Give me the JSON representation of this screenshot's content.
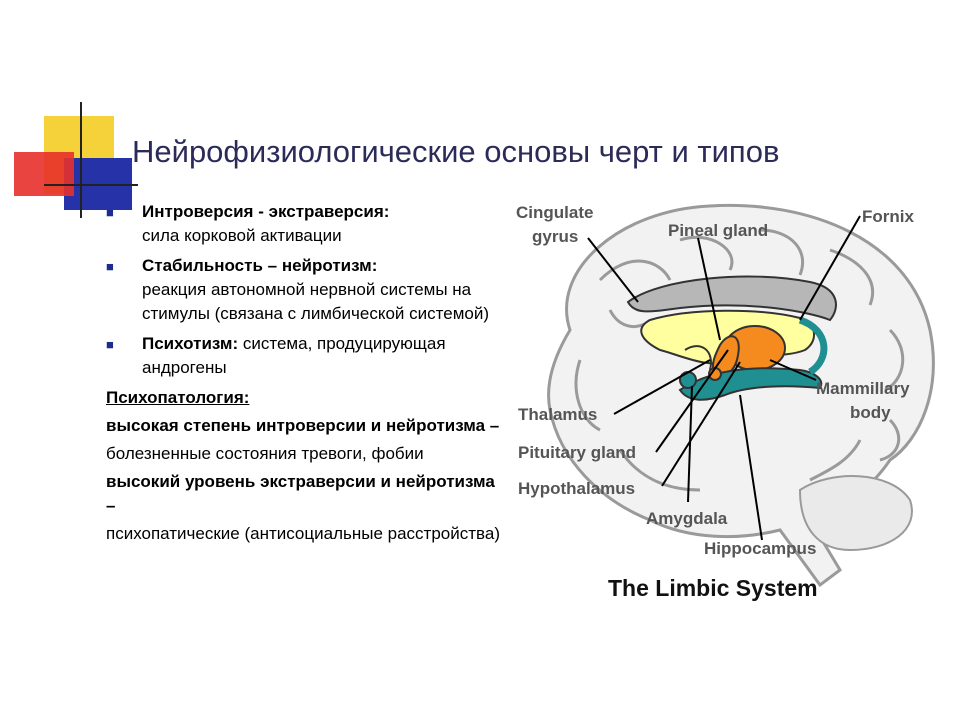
{
  "slide": {
    "title": "Нейрофизиологические основы черт и типов",
    "accent_colors": {
      "yellow": "#f5d23a",
      "red": "#e8302b",
      "blue": "#2532a8",
      "title": "#2b2b5a"
    }
  },
  "bullets": [
    {
      "head": "Интроверсия - экстраверсия:",
      "body": "сила корковой активации"
    },
    {
      "head": "Стабильность – нейротизм:",
      "body": "реакция автономной нервной системы на стимулы (связана с лимбической системой)"
    },
    {
      "head": "Психотизм:",
      "body": "система, продуцирующая андрогены"
    }
  ],
  "psychopathology": {
    "heading": "Психопатология:",
    "items": [
      {
        "condition": "высокая степень интроверсии и нейротизма –",
        "result": "болезненные состояния тревоги, фобии"
      },
      {
        "condition": "высокий уровень экстраверсии и нейротизма –",
        "result": "психопатические (антисоциальные расстройства)"
      }
    ]
  },
  "diagram": {
    "caption": "The Limbic System",
    "labels": {
      "cingulate_1": "Cingulate",
      "cingulate_2": "gyrus",
      "pineal": "Pineal gland",
      "fornix": "Fornix",
      "mammillary_1": "Mammillary",
      "mammillary_2": "body",
      "thalamus": "Thalamus",
      "pituitary": "Pituitary gland",
      "hypothalamus": "Hypothalamus",
      "amygdala": "Amygdala",
      "hippocampus": "Hippocampus"
    }
  }
}
